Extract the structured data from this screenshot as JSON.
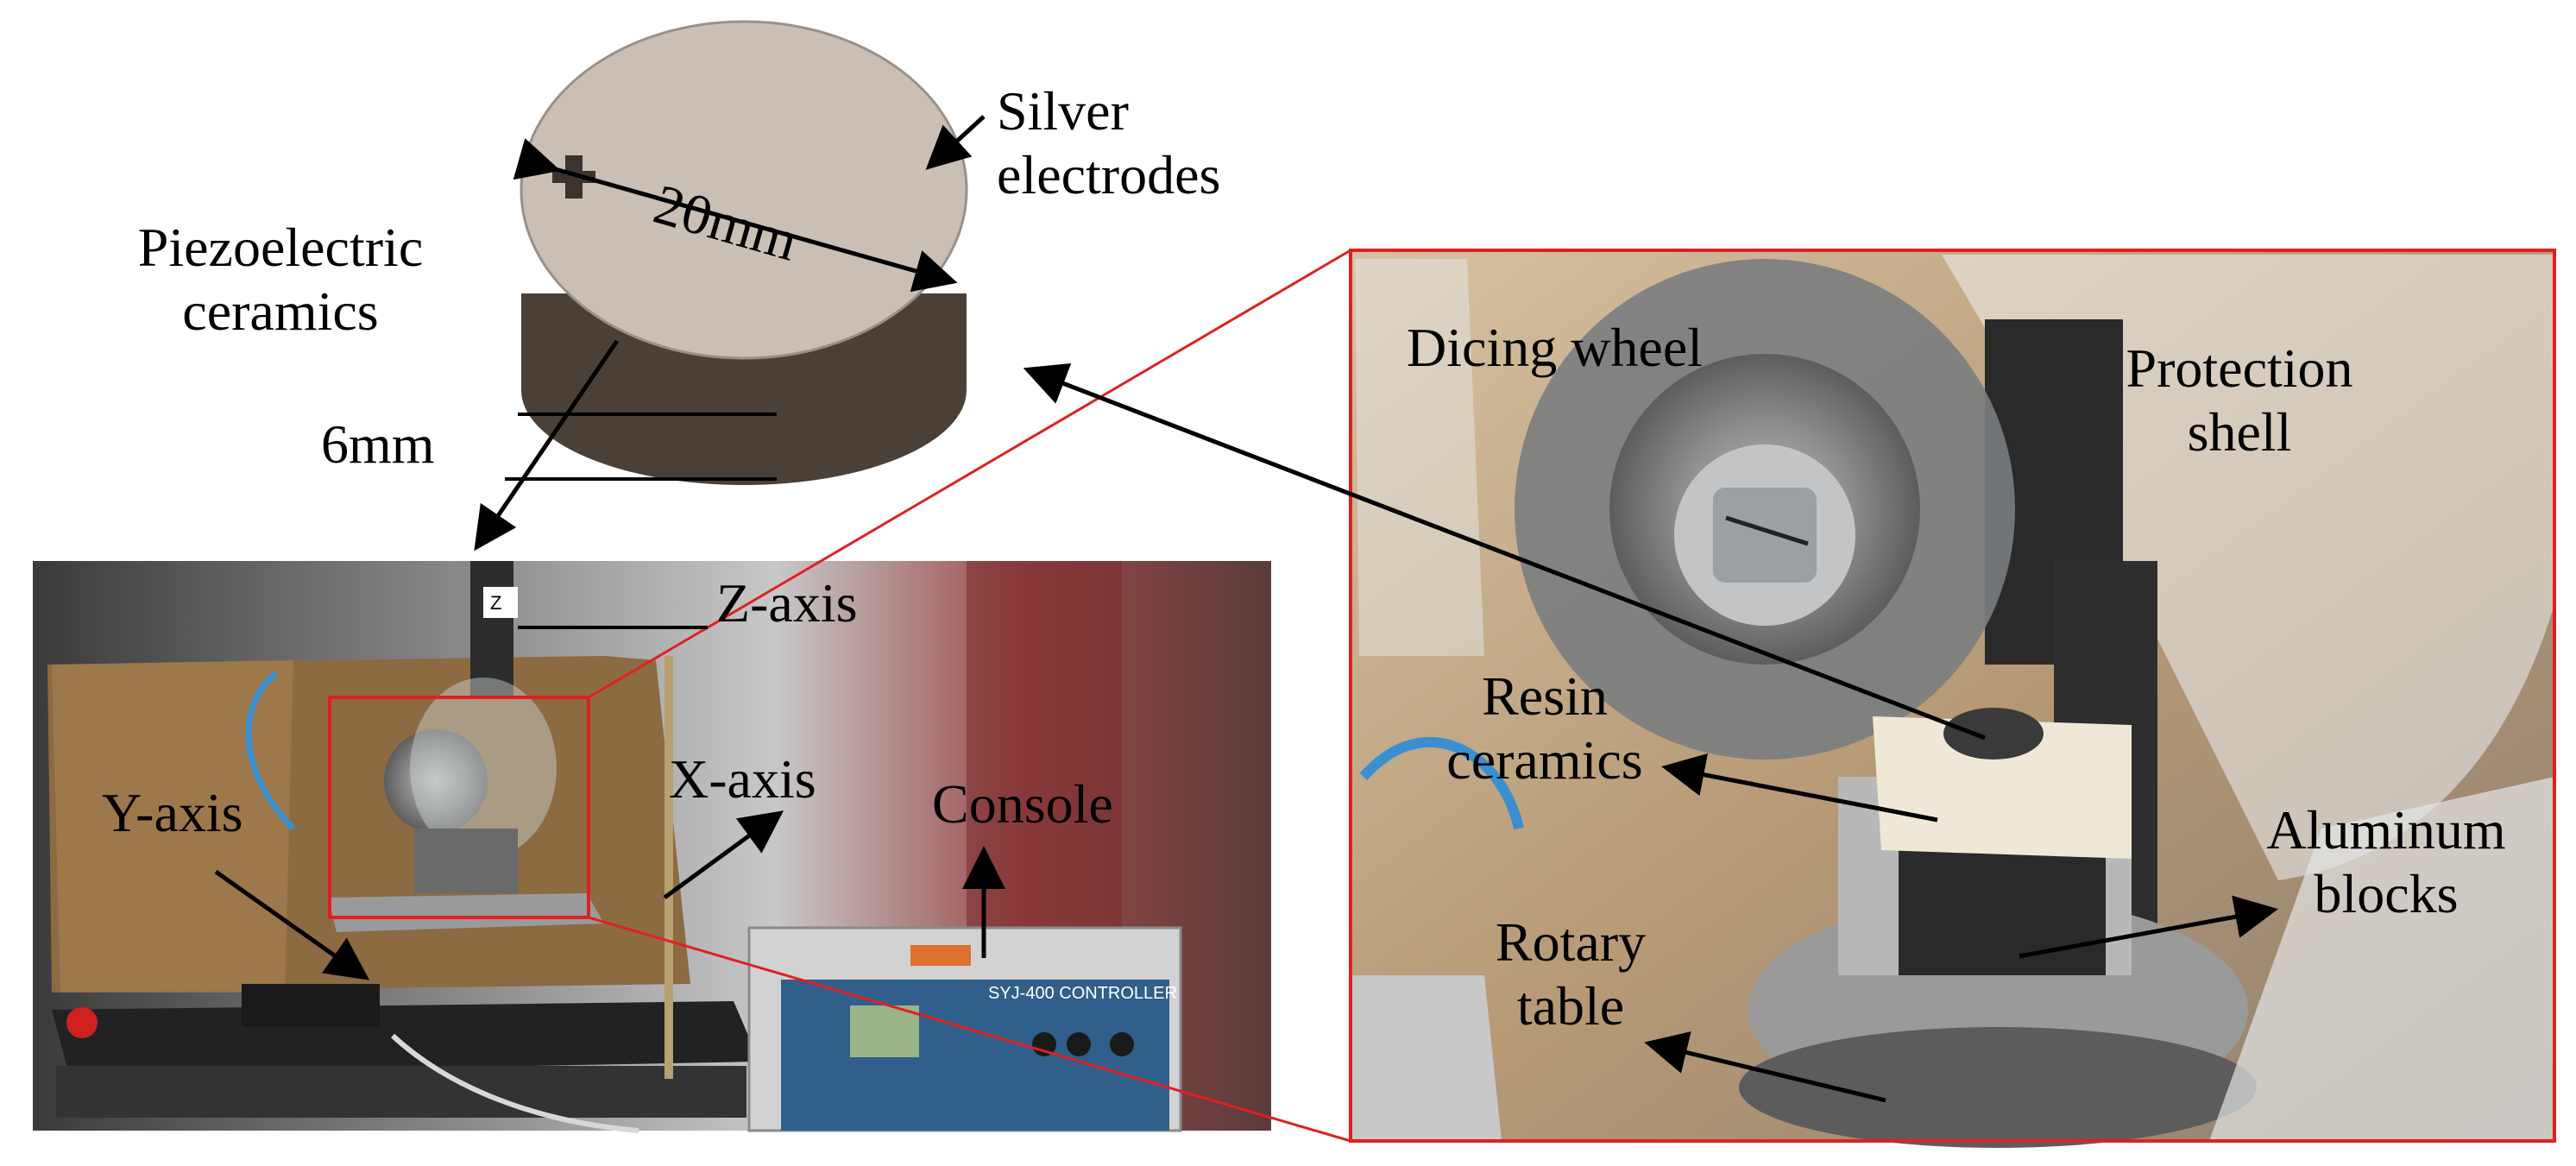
{
  "labels": {
    "diameter": "20mm",
    "thickness": "6mm",
    "silver_electrodes": [
      "Silver",
      "electrodes"
    ],
    "piezoelectric_ceramics": [
      "Piezoelectric",
      "ceramics"
    ],
    "z_axis": "Z-axis",
    "x_axis": "X-axis",
    "y_axis": "Y-axis",
    "console": "Console",
    "dicing_wheel": "Dicing wheel",
    "protection_shell": [
      "Protection",
      "shell"
    ],
    "resin_ceramics": [
      "Resin",
      "ceramics"
    ],
    "aluminum_blocks": [
      "Aluminum",
      "blocks"
    ],
    "rotary_table": [
      "Rotary",
      "table"
    ]
  },
  "photo_text": {
    "controller_model": "SYJ-400 CONTROLLER",
    "z_tag": "Z"
  },
  "colors": {
    "callout_box": "#e02020",
    "arrows": "#000000",
    "disc_top": "#c9bfb5",
    "disc_side": "#4a4038"
  }
}
